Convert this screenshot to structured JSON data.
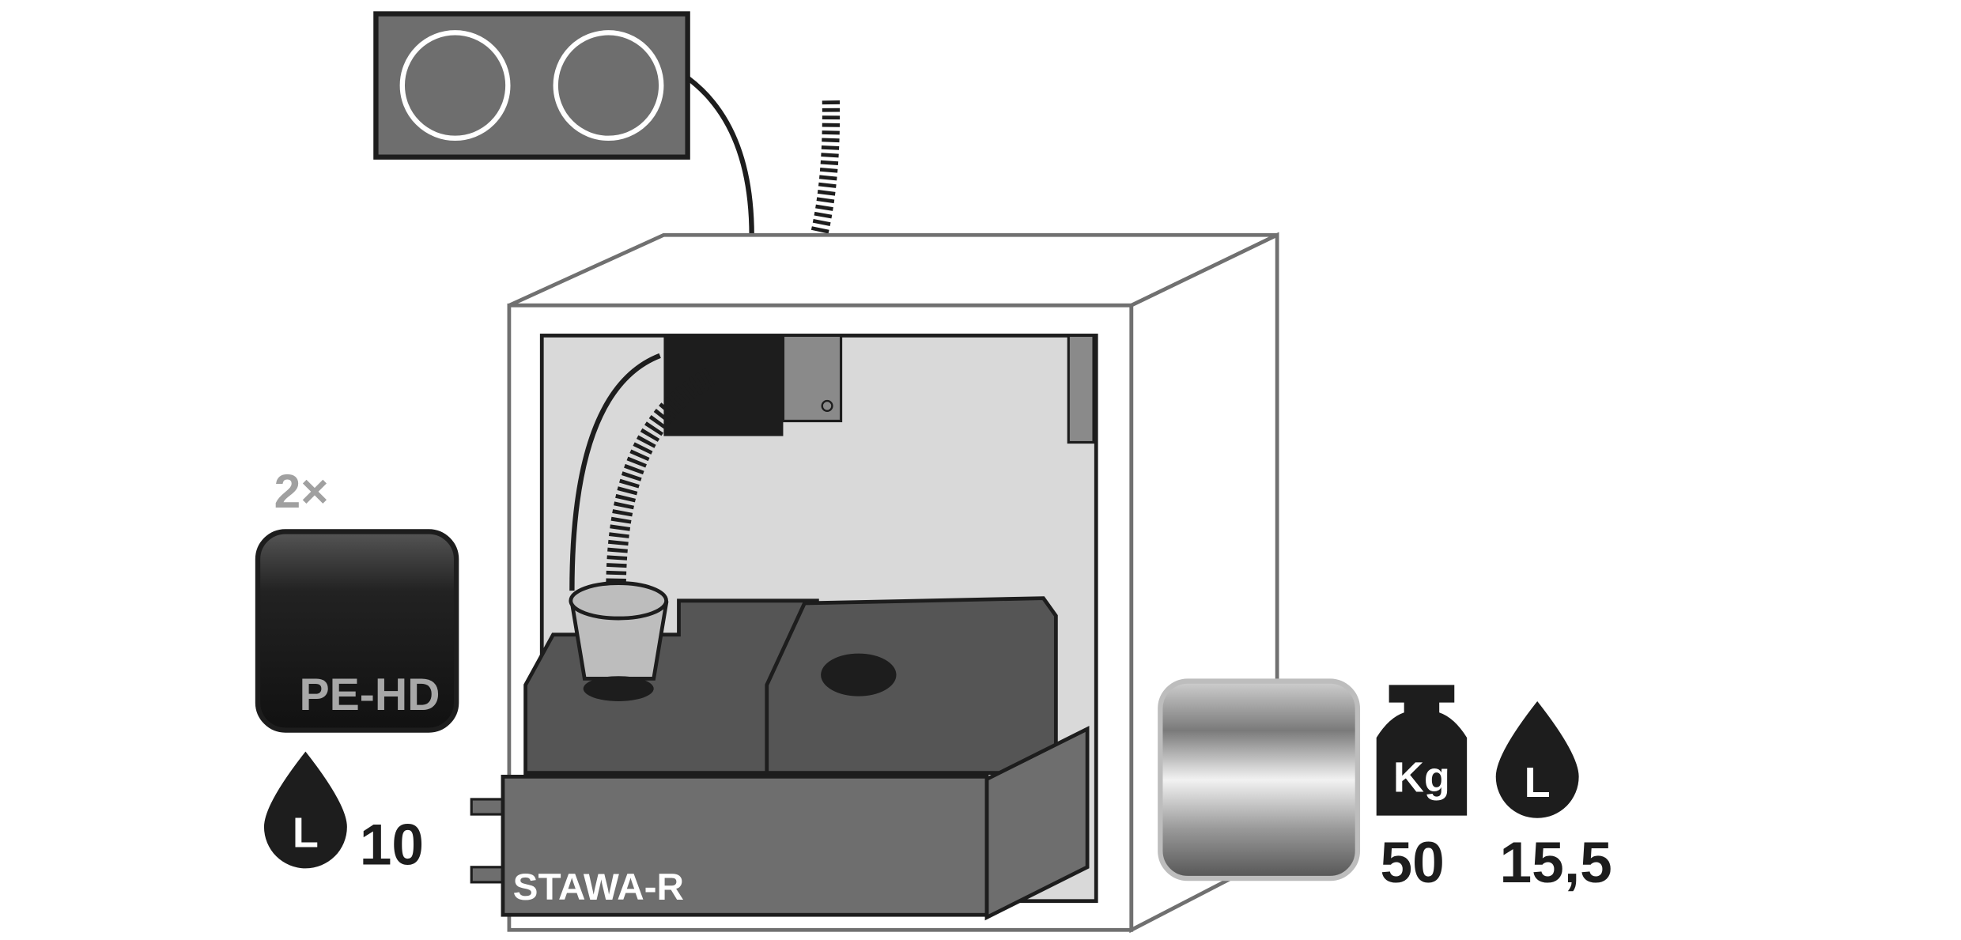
{
  "cabinet": {
    "model_label": "STAWA-R"
  },
  "material": {
    "quantity": "2×",
    "name": "PE-HD"
  },
  "canister": {
    "liter_symbol": "L",
    "volume": "10"
  },
  "tray": {
    "weight_symbol": "Kg",
    "load_capacity": "50",
    "liter_symbol": "L",
    "volume": "15,5"
  },
  "colors": {
    "dark": "#1d1d1d",
    "mid": "#6e6e6e",
    "light": "#d9d9d9",
    "outline": "#707070"
  }
}
